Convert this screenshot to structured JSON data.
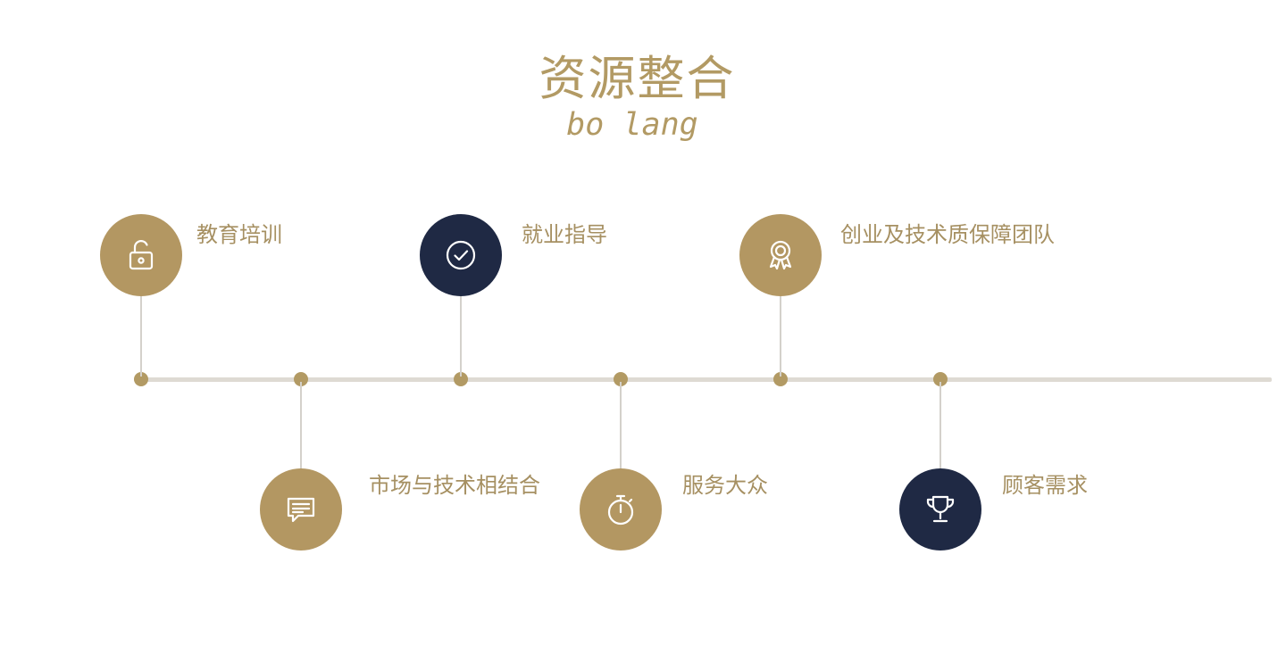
{
  "header": {
    "title": "资源整合",
    "subtitle": "bo lang"
  },
  "colors": {
    "gold": "#b39762",
    "navy": "#1f2944",
    "line": "#dedad3",
    "text": "#a69062"
  },
  "timeline": {
    "items": [
      {
        "label": "教育培训",
        "icon": "unlock-icon",
        "style": "gold",
        "position": "top"
      },
      {
        "label": "市场与技术相结合",
        "icon": "chat-message-icon",
        "style": "gold",
        "position": "bottom"
      },
      {
        "label": "就业指导",
        "icon": "check-circle-icon",
        "style": "navy",
        "position": "top"
      },
      {
        "label": "服务大众",
        "icon": "stopwatch-icon",
        "style": "gold",
        "position": "bottom"
      },
      {
        "label": "创业及技术质保障团队",
        "icon": "award-medal-icon",
        "style": "gold",
        "position": "top"
      },
      {
        "label": "顾客需求",
        "icon": "trophy-icon",
        "style": "navy",
        "position": "bottom"
      }
    ]
  }
}
